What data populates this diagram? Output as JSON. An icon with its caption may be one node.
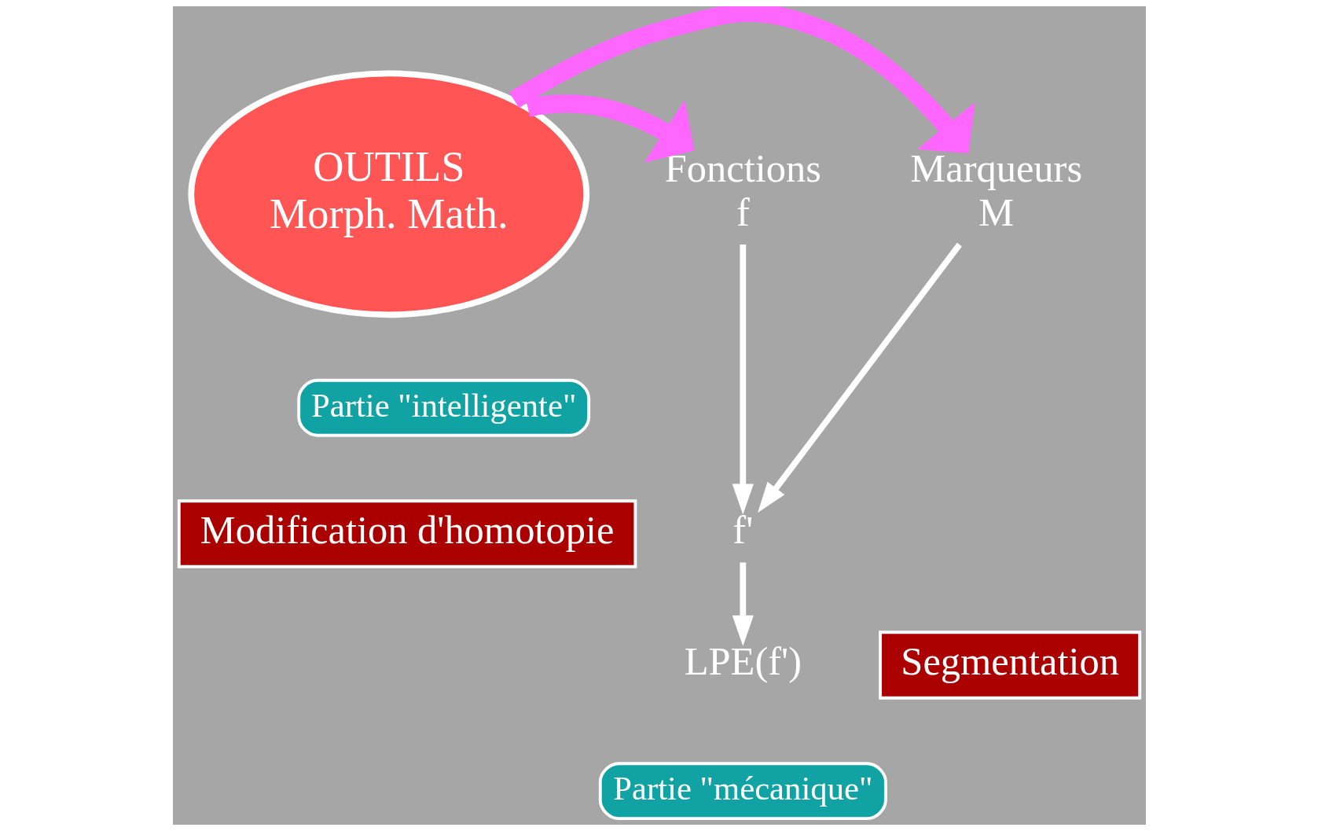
{
  "diagram": {
    "nodes": [
      {
        "text": [
          "OUTILS",
          "Morph. Math."
        ]
      },
      {
        "text": [
          "Marqueurs",
          "M"
        ]
      },
      {
        "text": [
          "Fonctions",
          "f"
        ]
      },
      {
        "text": [
          "Partie \"intelligente\""
        ]
      },
      {
        "text": [
          "f'"
        ]
      },
      {
        "text": [
          "LPE(f')"
        ]
      },
      {
        "text": [
          "Partie \"mécanique\""
        ]
      },
      {
        "text": [
          "Modification d'homotopie"
        ]
      },
      {
        "text": [
          "Segmentation"
        ]
      }
    ],
    "edges": [
      {
        "from": 0,
        "to": 1,
        "arrow": "to",
        "style": "thick",
        "color": "#ff66ff"
      },
      {
        "from": 0,
        "to": 2,
        "arrow": "to",
        "style": "thick",
        "color": "#ff66ff"
      },
      {
        "from": 1,
        "to": 4,
        "arrow": "to"
      },
      {
        "from": 2,
        "to": 4,
        "arrow": "to"
      },
      {
        "from": 4,
        "to": 5,
        "arrow": "to"
      }
    ]
  }
}
